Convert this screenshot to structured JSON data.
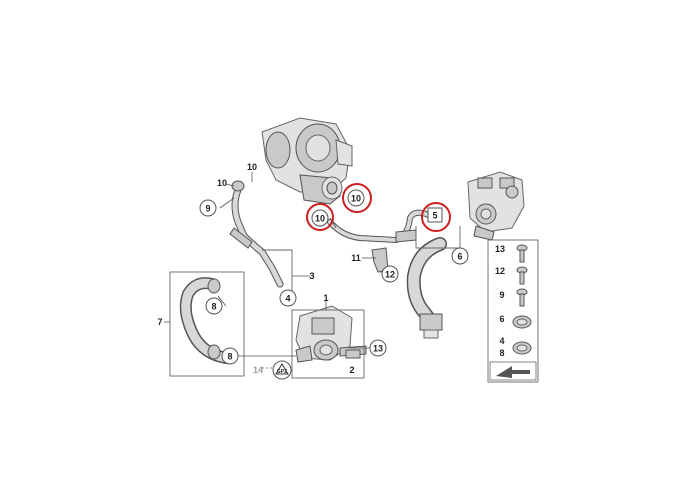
{
  "colors": {
    "highlight": "#cc1f1f",
    "line": "#555555",
    "part": "#c9c9c9"
  },
  "callouts": {
    "p1": "1",
    "p2": "2",
    "p3": "3",
    "p4": "4",
    "p5": "5",
    "p6": "6",
    "p7": "7",
    "p8": "8",
    "p9": "9",
    "p10a": "10",
    "p10b": "10",
    "p10c": "10",
    "p10d": "10",
    "p11": "11",
    "p12": "12",
    "p13": "13",
    "p14": "14"
  },
  "legend": {
    "items": [
      "13",
      "12",
      "9",
      "6",
      "4",
      "8"
    ]
  },
  "warning_badge": "GPZ"
}
